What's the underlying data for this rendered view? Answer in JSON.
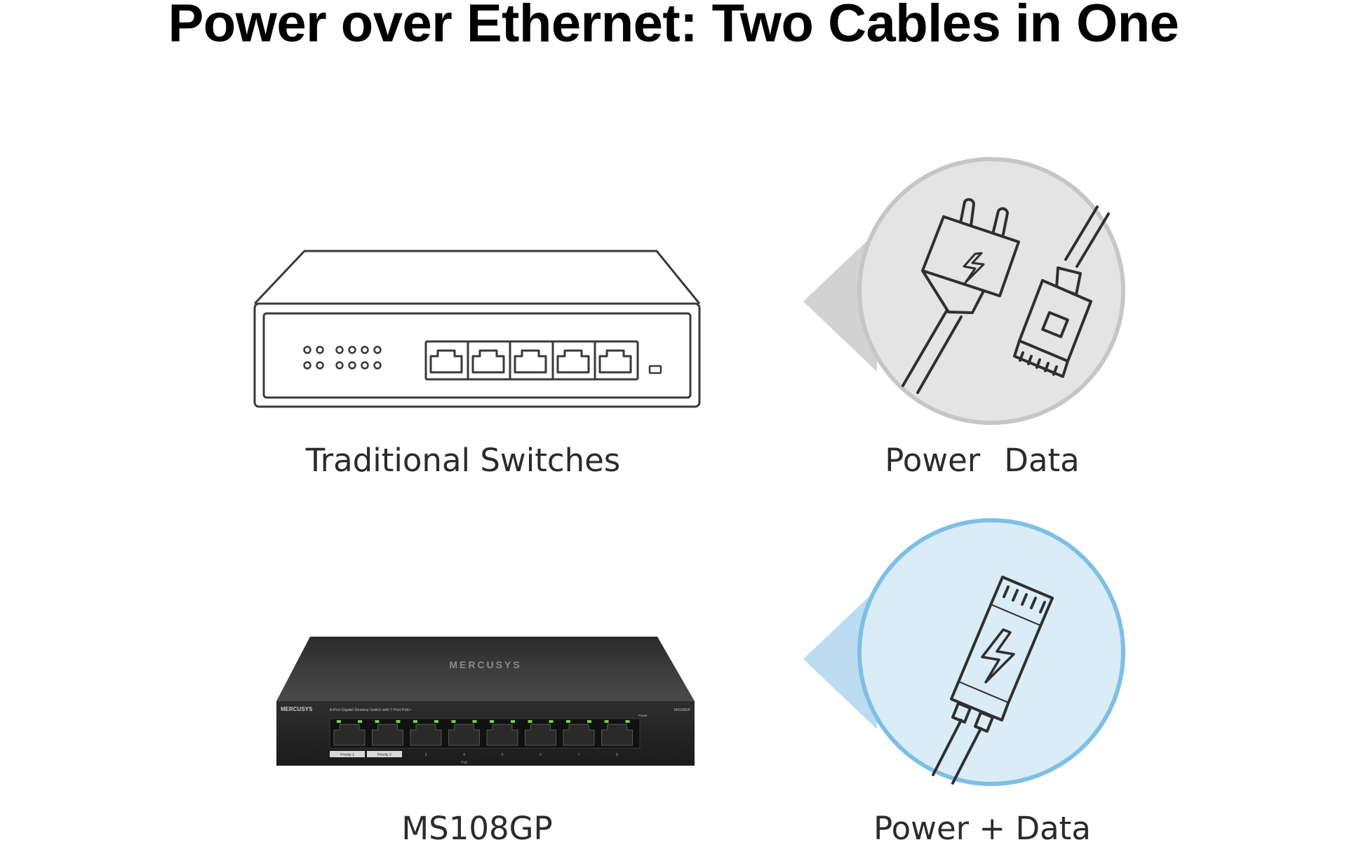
{
  "title": "Power over Ethernet: Two Cables in One",
  "sections": {
    "traditional": {
      "caption": "Traditional Switches",
      "cables_caption": {
        "power": "Power",
        "data": "Data"
      },
      "bubble_color": "#c6c6c6",
      "bubble_fill": "#e4e4e4"
    },
    "poe": {
      "caption": "MS108GP",
      "cables_caption": "Power + Data",
      "bubble_color": "#7fbfe6",
      "bubble_fill": "#d9ecf8",
      "device": {
        "brand": "MERCUSYS",
        "model_label": "MS108GP",
        "description": "8-Port Gigabit Desktop Switch with 7-Port PoE+",
        "priority_labels": [
          "Priority 1",
          "Priority 2"
        ],
        "port_numbers": [
          "1",
          "2",
          "3",
          "4",
          "5",
          "6",
          "7",
          "8"
        ],
        "poe_label": "PoE",
        "power_label": "Power",
        "port_led_color": "#6bd44a"
      }
    }
  },
  "icons": {
    "outline_switch": "switch-outline-icon",
    "power_plug": "power-plug-icon",
    "ethernet_plug": "ethernet-plug-icon",
    "poe_plug": "poe-ethernet-plug-icon"
  }
}
